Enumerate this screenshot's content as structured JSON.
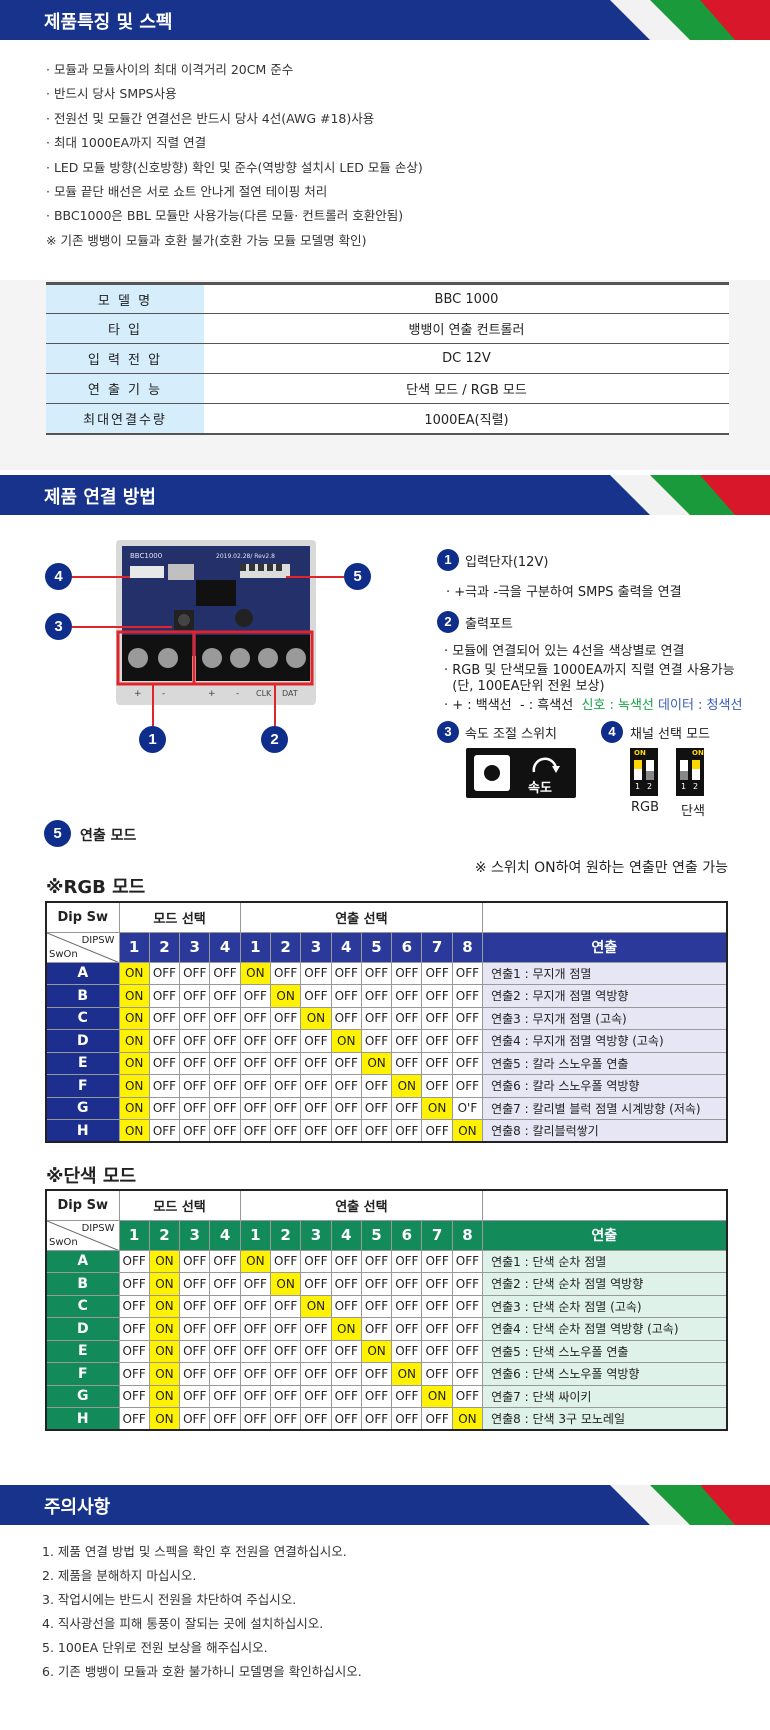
{
  "section1": {
    "title": "제품특징 및 스펙",
    "bullets": [
      "· 모듈과 모듈사이의 최대 이격거리 20CM 준수",
      "· 반드시 당사 SMPS사용",
      "· 전원선 및 모듈간 연결선은 반드시 당사 4선(AWG #18)사용",
      "· 최대 1000EA까지 직렬 연결",
      "· LED 모듈 방향(신호방향) 확인 및 준수(역방향 설치시 LED 모듈 손상)",
      "· 모듈 끝단 배선은 서로 쇼트 안나게 절연 테이핑 처리",
      "· BBC1000은 BBL 모듈만 사용가능(다른 모듈· 컨트롤러 호환안됨)",
      "  ※ 기존 뱅뱅이 모듈과 호환 불가(호환 가능 모듈 모델명 확인)"
    ],
    "spec": [
      {
        "k": "모 델 명",
        "v": "BBC 1000"
      },
      {
        "k": "타 입",
        "v": "뱅뱅이 연출 컨트롤러"
      },
      {
        "k": "입 력 전 압",
        "v": "DC 12V"
      },
      {
        "k": "연 출 기 능",
        "v": "단색 모드 / RGB 모드"
      },
      {
        "k": "최대연결수량",
        "v": "1000EA(직렬)"
      }
    ]
  },
  "section2": {
    "title": "제품 연결 방법",
    "device": {
      "board_label": "BBC1000",
      "rev": "2019.02.28/ Rev2.8",
      "terminal_labels": [
        "+",
        "-",
        "+",
        "-",
        "CLK",
        "DAT"
      ]
    },
    "badges": [
      "1",
      "2",
      "3",
      "4",
      "5"
    ],
    "items": {
      "input_head": "입력단자(12V)",
      "input_desc": "· +극과 -극을 구분하여 SMPS 출력을 연결",
      "output_head": "출력포트",
      "output_desc": [
        "· 모듈에 연결되어 있는 4선을 색상별로 연결",
        "· RGB 및 단색모듈 1000EA까지 직렬 연결 사용가능",
        "  (단, 100EA단위 전원 보상)"
      ],
      "wire_prefix": "· + : 백색선  - : 흑색선  ",
      "wire_clk": "신호 : 녹색선",
      "wire_dat": "데이터 : 청색선",
      "speed_head": "속도 조절 스위치",
      "speed_label": "속도",
      "channel_head": "채널 선택 모드",
      "sw_on": "ON",
      "sw_nums": [
        "1",
        "2"
      ],
      "rgb_label": "RGB",
      "mono_label": "단색",
      "mode_head": "연출 모드",
      "note": "※ 스위치 ON하여 원하는 연출만 연출 가능"
    }
  },
  "tables": {
    "header": {
      "dipsw": "Dip Sw",
      "mode_select": "모드 선택",
      "effect_select": "연출 선택",
      "diag_top": "DIPSW",
      "diag_bottom": "SwOn",
      "effect": "연출"
    },
    "numbers": [
      "1",
      "2",
      "3",
      "4",
      "1",
      "2",
      "3",
      "4",
      "5",
      "6",
      "7",
      "8"
    ],
    "rgb": {
      "title": "※RGB 모드",
      "mode": "ON|OFF|OFF|OFF",
      "rows": [
        {
          "label": "A",
          "cells": [
            "ON",
            "OFF",
            "OFF",
            "OFF",
            "ON",
            "OFF",
            "OFF",
            "OFF",
            "OFF",
            "OFF",
            "OFF",
            "OFF"
          ],
          "effect": "연출1 : 무지개 점멸"
        },
        {
          "label": "B",
          "cells": [
            "ON",
            "OFF",
            "OFF",
            "OFF",
            "OFF",
            "ON",
            "OFF",
            "OFF",
            "OFF",
            "OFF",
            "OFF",
            "OFF"
          ],
          "effect": "연출2 : 무지개 점멸 역방향"
        },
        {
          "label": "C",
          "cells": [
            "ON",
            "OFF",
            "OFF",
            "OFF",
            "OFF",
            "OFF",
            "ON",
            "OFF",
            "OFF",
            "OFF",
            "OFF",
            "OFF"
          ],
          "effect": "연출3 : 무지개 점멸 (고속)"
        },
        {
          "label": "D",
          "cells": [
            "ON",
            "OFF",
            "OFF",
            "OFF",
            "OFF",
            "OFF",
            "OFF",
            "ON",
            "OFF",
            "OFF",
            "OFF",
            "OFF"
          ],
          "effect": "연출4 : 무지개 점멸 역방향 (고속)"
        },
        {
          "label": "E",
          "cells": [
            "ON",
            "OFF",
            "OFF",
            "OFF",
            "OFF",
            "OFF",
            "OFF",
            "OFF",
            "ON",
            "OFF",
            "OFF",
            "OFF"
          ],
          "effect": "연출5 : 칼라 스노우폴 연출"
        },
        {
          "label": "F",
          "cells": [
            "ON",
            "OFF",
            "OFF",
            "OFF",
            "OFF",
            "OFF",
            "OFF",
            "OFF",
            "OFF",
            "ON",
            "OFF",
            "OFF"
          ],
          "effect": "연출6 : 칼라 스노우폴 역방향"
        },
        {
          "label": "G",
          "cells": [
            "ON",
            "OFF",
            "OFF",
            "OFF",
            "OFF",
            "OFF",
            "OFF",
            "OFF",
            "OFF",
            "OFF",
            "ON",
            "O'F"
          ],
          "effect": "연출7 : 칼리별 블럭 점멸 시계방향 (저속)"
        },
        {
          "label": "H",
          "cells": [
            "ON",
            "OFF",
            "OFF",
            "OFF",
            "OFF",
            "OFF",
            "OFF",
            "OFF",
            "OFF",
            "OFF",
            "OFF",
            "ON"
          ],
          "effect": "연출8 : 칼리블럭쌓기"
        }
      ]
    },
    "mono": {
      "title": "※단색 모드",
      "rows": [
        {
          "label": "A",
          "cells": [
            "OFF",
            "ON",
            "OFF",
            "OFF",
            "ON",
            "OFF",
            "OFF",
            "OFF",
            "OFF",
            "OFF",
            "OFF",
            "OFF"
          ],
          "effect": "연출1 : 단색 순차 점멸"
        },
        {
          "label": "B",
          "cells": [
            "OFF",
            "ON",
            "OFF",
            "OFF",
            "OFF",
            "ON",
            "OFF",
            "OFF",
            "OFF",
            "OFF",
            "OFF",
            "OFF"
          ],
          "effect": "연출2 : 단색 순차 점멸 역방향"
        },
        {
          "label": "C",
          "cells": [
            "OFF",
            "ON",
            "OFF",
            "OFF",
            "OFF",
            "OFF",
            "ON",
            "OFF",
            "OFF",
            "OFF",
            "OFF",
            "OFF"
          ],
          "effect": "연출3 : 단색 순차 점멸 (고속)"
        },
        {
          "label": "D",
          "cells": [
            "OFF",
            "ON",
            "OFF",
            "OFF",
            "OFF",
            "OFF",
            "OFF",
            "ON",
            "OFF",
            "OFF",
            "OFF",
            "OFF"
          ],
          "effect": "연출4 : 단색 순차 점멸 역방향 (고속)"
        },
        {
          "label": "E",
          "cells": [
            "OFF",
            "ON",
            "OFF",
            "OFF",
            "OFF",
            "OFF",
            "OFF",
            "OFF",
            "ON",
            "OFF",
            "OFF",
            "OFF"
          ],
          "effect": "연출5 : 단색 스노우폴 연출"
        },
        {
          "label": "F",
          "cells": [
            "OFF",
            "ON",
            "OFF",
            "OFF",
            "OFF",
            "OFF",
            "OFF",
            "OFF",
            "OFF",
            "ON",
            "OFF",
            "OFF"
          ],
          "effect": "연출6 : 단색 스노우폴 역방향"
        },
        {
          "label": "G",
          "cells": [
            "OFF",
            "ON",
            "OFF",
            "OFF",
            "OFF",
            "OFF",
            "OFF",
            "OFF",
            "OFF",
            "OFF",
            "ON",
            "OFF"
          ],
          "effect": "연출7 : 단색 싸이키"
        },
        {
          "label": "H",
          "cells": [
            "OFF",
            "ON",
            "OFF",
            "OFF",
            "OFF",
            "OFF",
            "OFF",
            "OFF",
            "OFF",
            "OFF",
            "OFF",
            "ON"
          ],
          "effect": "연출8 : 단색 3구 모노레일"
        }
      ]
    }
  },
  "section3": {
    "title": "주의사항",
    "items": [
      "1. 제품 연결 방법 및 스펙을 확인 후 전원을 연결하십시오.",
      "2. 제품을 분해하지 마십시오.",
      "3. 작업시에는 반드시 전원을 차단하여 주십시오.",
      "4. 직사광선을 피해 통풍이 잘되는 곳에 설치하십시오.",
      "5. 100EA 단위로 전원 보상을 해주십시오.",
      "6. 기존 뱅뱅이 모듈과 호환 불가하니 모델명을 확인하십시오."
    ]
  },
  "colors": {
    "banner": "#17338c",
    "rgb_header": "#2b3a9a",
    "rgb_label": "#1c2f8e",
    "rgb_effect_bg": "#e6e6f4",
    "mono_header": "#138a5a",
    "mono_effect_bg": "#dff2ea",
    "on_cell": "#fff200",
    "spec_key": "#d6eefc",
    "wire_green": "#1aa34a",
    "wire_blue": "#3b5bb8"
  }
}
